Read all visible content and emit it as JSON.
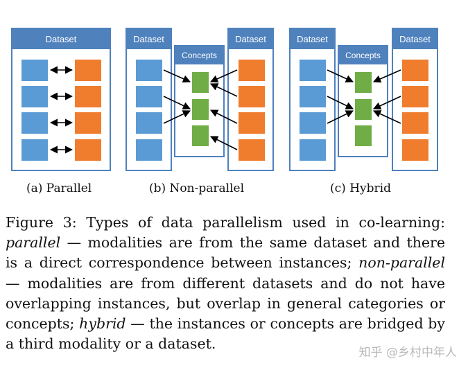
{
  "colors": {
    "header": "#4f81bd",
    "dataset_border": "#4f81bd",
    "instance_blue": "#5b9bd5",
    "instance_orange": "#f07c2e",
    "concept_green": "#70ad47",
    "arrow": "#000000"
  },
  "panels": {
    "a": {
      "dataset_label": "Dataset",
      "subcaption": "(a) Parallel"
    },
    "b": {
      "left_label": "Dataset",
      "concepts_label": "Concepts",
      "right_label": "Dataset",
      "subcaption": "(b) Non-parallel"
    },
    "c": {
      "left_label": "Dataset",
      "concepts_label": "Concepts",
      "right_label": "Dataset",
      "subcaption": "(c) Hybrid"
    }
  },
  "caption": {
    "l1a": "Figure 3:  Types of data parallelism used in co-learning:",
    "l2i": "parallel",
    "l2b": " — modalities are from the same dataset and there",
    "l3a": "is a direct correspondence between instances; ",
    "l3i": "non-parallel",
    "l4a": "— modalities are from different datasets and do not have",
    "l5a": "overlapping instances, but overlap in general categories or",
    "l6a": "concepts; ",
    "l6i": "hybrid",
    "l6b": " — the instances or concepts are bridged by",
    "l7a": "a third modality or a dataset."
  },
  "watermark": "知乎 @乡村中年人"
}
